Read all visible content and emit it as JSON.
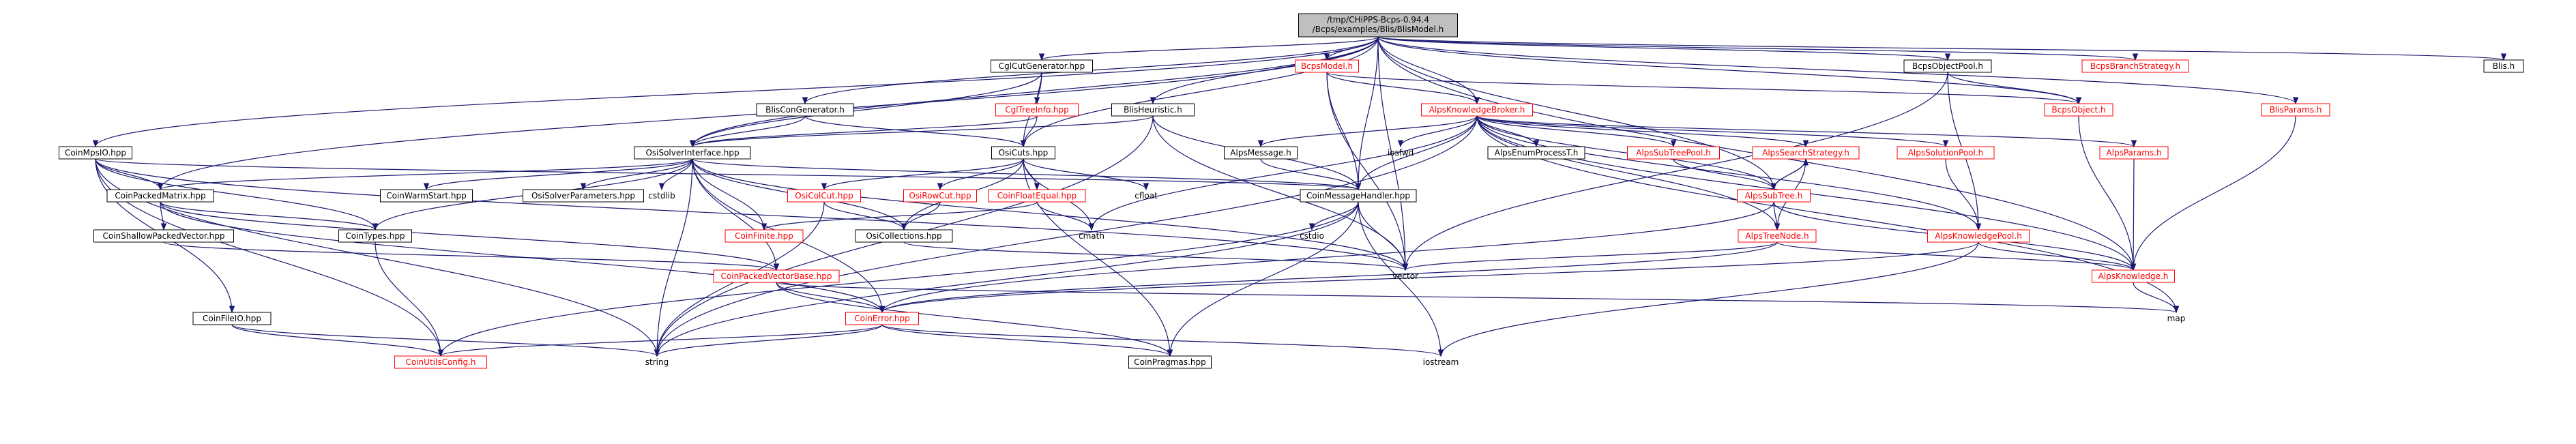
{
  "colors": {
    "edge": "#191970",
    "missing_file_border": "#ff0000",
    "root_fill": "#bfbfbf",
    "box_border": "#000000"
  },
  "nodes": [
    {
      "id": "root",
      "lines": [
        "/tmp/CHiPPS-Bcps-0.94.4",
        "/Bcps/examples/Blis/BlisModel.h"
      ],
      "style": "root"
    },
    {
      "id": "cglcutgen",
      "lines": [
        "CglCutGenerator.hpp"
      ],
      "style": "b"
    },
    {
      "id": "bcpsmodel",
      "lines": [
        "BcpsModel.h"
      ],
      "style": "r"
    },
    {
      "id": "bcpsobjectpool",
      "lines": [
        "BcpsObjectPool.h"
      ],
      "style": "b"
    },
    {
      "id": "bcpsbranch",
      "lines": [
        "BcpsBranchStrategy.h"
      ],
      "style": "r"
    },
    {
      "id": "blish",
      "lines": [
        "Blis.h"
      ],
      "style": "b"
    },
    {
      "id": "cgltreeinfo",
      "lines": [
        "CglTreeInfo.hpp"
      ],
      "style": "r"
    },
    {
      "id": "bliscongen",
      "lines": [
        "BlisConGenerator.h"
      ],
      "style": "b"
    },
    {
      "id": "blisheur",
      "lines": [
        "BlisHeuristic.h"
      ],
      "style": "b"
    },
    {
      "id": "alpskb",
      "lines": [
        "AlpsKnowledgeBroker.h"
      ],
      "style": "r"
    },
    {
      "id": "bcpsobject",
      "lines": [
        "BcpsObject.h"
      ],
      "style": "r"
    },
    {
      "id": "blisparams",
      "lines": [
        "BlisParams.h"
      ],
      "style": "r"
    },
    {
      "id": "coinmpsio",
      "lines": [
        "CoinMpsIO.hpp"
      ],
      "style": "b"
    },
    {
      "id": "osisolver",
      "lines": [
        "OsiSolverInterface.hpp"
      ],
      "style": "b"
    },
    {
      "id": "osicuts",
      "lines": [
        "OsiCuts.hpp"
      ],
      "style": "b"
    },
    {
      "id": "alpsmessage",
      "lines": [
        "AlpsMessage.h"
      ],
      "style": "b"
    },
    {
      "id": "iosfwd",
      "lines": [
        "iosfwd"
      ],
      "style": "t"
    },
    {
      "id": "alpsenum",
      "lines": [
        "AlpsEnumProcessT.h"
      ],
      "style": "b"
    },
    {
      "id": "alpssubtreepool",
      "lines": [
        "AlpsSubTreePool.h"
      ],
      "style": "r"
    },
    {
      "id": "alpssearch",
      "lines": [
        "AlpsSearchStrategy.h"
      ],
      "style": "r"
    },
    {
      "id": "alpssolpool",
      "lines": [
        "AlpsSolutionPool.h"
      ],
      "style": "r"
    },
    {
      "id": "alpsparams",
      "lines": [
        "AlpsParams.h"
      ],
      "style": "r"
    },
    {
      "id": "coinpackedmatrix",
      "lines": [
        "CoinPackedMatrix.hpp"
      ],
      "style": "b"
    },
    {
      "id": "coinwarm",
      "lines": [
        "CoinWarmStart.hpp"
      ],
      "style": "b"
    },
    {
      "id": "osisolverparams",
      "lines": [
        "OsiSolverParameters.hpp"
      ],
      "style": "b"
    },
    {
      "id": "cstdlib",
      "lines": [
        "cstdlib"
      ],
      "style": "t"
    },
    {
      "id": "osicolcut",
      "lines": [
        "OsiColCut.hpp"
      ],
      "style": "r"
    },
    {
      "id": "osirowcut",
      "lines": [
        "OsiRowCut.hpp"
      ],
      "style": "r"
    },
    {
      "id": "coinfloatequal",
      "lines": [
        "CoinFloatEqual.hpp"
      ],
      "style": "r"
    },
    {
      "id": "cfloat",
      "lines": [
        "cfloat"
      ],
      "style": "t"
    },
    {
      "id": "coinmsghandler",
      "lines": [
        "CoinMessageHandler.hpp"
      ],
      "style": "b"
    },
    {
      "id": "alpssubtree",
      "lines": [
        "AlpsSubTree.h"
      ],
      "style": "r"
    },
    {
      "id": "coinshallow",
      "lines": [
        "CoinShallowPackedVector.hpp"
      ],
      "style": "b"
    },
    {
      "id": "cointypes",
      "lines": [
        "CoinTypes.hpp"
      ],
      "style": "b"
    },
    {
      "id": "coinfinite",
      "lines": [
        "CoinFinite.hpp"
      ],
      "style": "r"
    },
    {
      "id": "osicollections",
      "lines": [
        "OsiCollections.hpp"
      ],
      "style": "b"
    },
    {
      "id": "cmath",
      "lines": [
        "cmath"
      ],
      "style": "t"
    },
    {
      "id": "cstdio",
      "lines": [
        "cstdio"
      ],
      "style": "t"
    },
    {
      "id": "alpstreenode",
      "lines": [
        "AlpsTreeNode.h"
      ],
      "style": "r"
    },
    {
      "id": "alpskpool",
      "lines": [
        "AlpsKnowledgePool.h"
      ],
      "style": "r"
    },
    {
      "id": "vector",
      "lines": [
        "vector"
      ],
      "style": "t"
    },
    {
      "id": "coinpackedvecbase",
      "lines": [
        "CoinPackedVectorBase.hpp"
      ],
      "style": "r"
    },
    {
      "id": "alpsknowledge",
      "lines": [
        "AlpsKnowledge.h"
      ],
      "style": "r"
    },
    {
      "id": "coinfileio",
      "lines": [
        "CoinFileIO.hpp"
      ],
      "style": "b"
    },
    {
      "id": "coinerror",
      "lines": [
        "CoinError.hpp"
      ],
      "style": "r"
    },
    {
      "id": "map",
      "lines": [
        "map"
      ],
      "style": "t"
    },
    {
      "id": "coinutilsconfig",
      "lines": [
        "CoinUtilsConfig.h"
      ],
      "style": "r"
    },
    {
      "id": "string",
      "lines": [
        "string"
      ],
      "style": "t"
    },
    {
      "id": "coinpragmas",
      "lines": [
        "CoinPragmas.hpp"
      ],
      "style": "b"
    },
    {
      "id": "iostream",
      "lines": [
        "iostream"
      ],
      "style": "t"
    }
  ]
}
